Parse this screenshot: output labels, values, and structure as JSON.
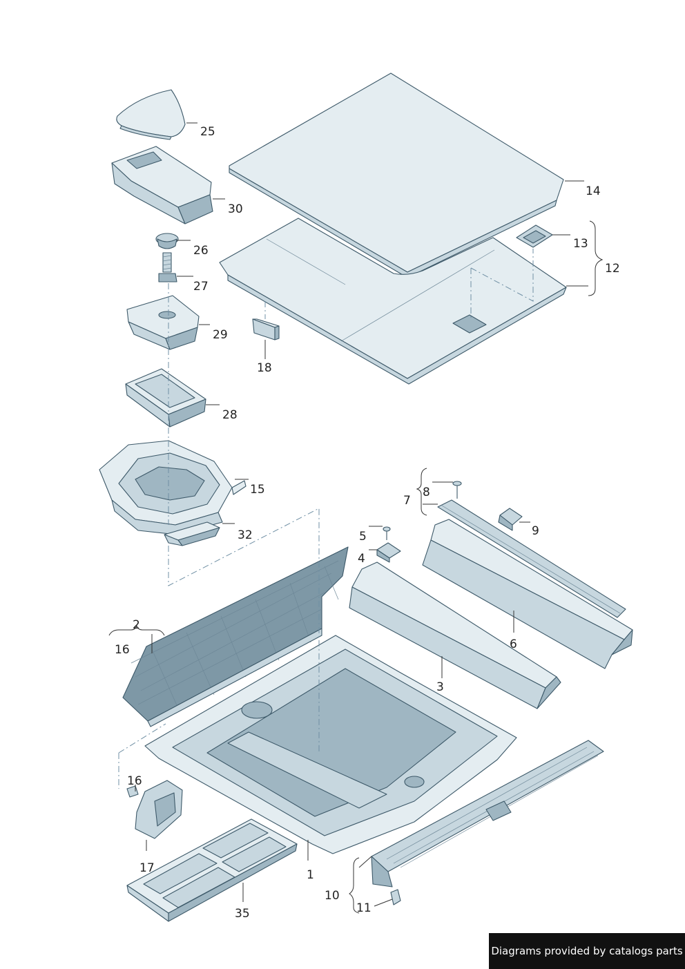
{
  "diagram": {
    "callouts": [
      {
        "id": "1",
        "label": "1"
      },
      {
        "id": "2",
        "label": "2"
      },
      {
        "id": "3",
        "label": "3"
      },
      {
        "id": "4",
        "label": "4"
      },
      {
        "id": "5",
        "label": "5"
      },
      {
        "id": "6",
        "label": "6"
      },
      {
        "id": "7",
        "label": "7"
      },
      {
        "id": "8",
        "label": "8"
      },
      {
        "id": "9",
        "label": "9"
      },
      {
        "id": "10",
        "label": "10"
      },
      {
        "id": "11",
        "label": "11"
      },
      {
        "id": "12",
        "label": "12"
      },
      {
        "id": "13",
        "label": "13"
      },
      {
        "id": "14",
        "label": "14"
      },
      {
        "id": "15",
        "label": "15"
      },
      {
        "id": "16a",
        "label": "16"
      },
      {
        "id": "16b",
        "label": "16"
      },
      {
        "id": "17",
        "label": "17"
      },
      {
        "id": "18",
        "label": "18"
      },
      {
        "id": "25",
        "label": "25"
      },
      {
        "id": "26",
        "label": "26"
      },
      {
        "id": "27",
        "label": "27"
      },
      {
        "id": "28",
        "label": "28"
      },
      {
        "id": "29",
        "label": "29"
      },
      {
        "id": "30",
        "label": "30"
      },
      {
        "id": "32",
        "label": "32"
      },
      {
        "id": "35",
        "label": "35"
      }
    ]
  },
  "credit": {
    "text": "Diagrams provided by catalogs parts"
  }
}
